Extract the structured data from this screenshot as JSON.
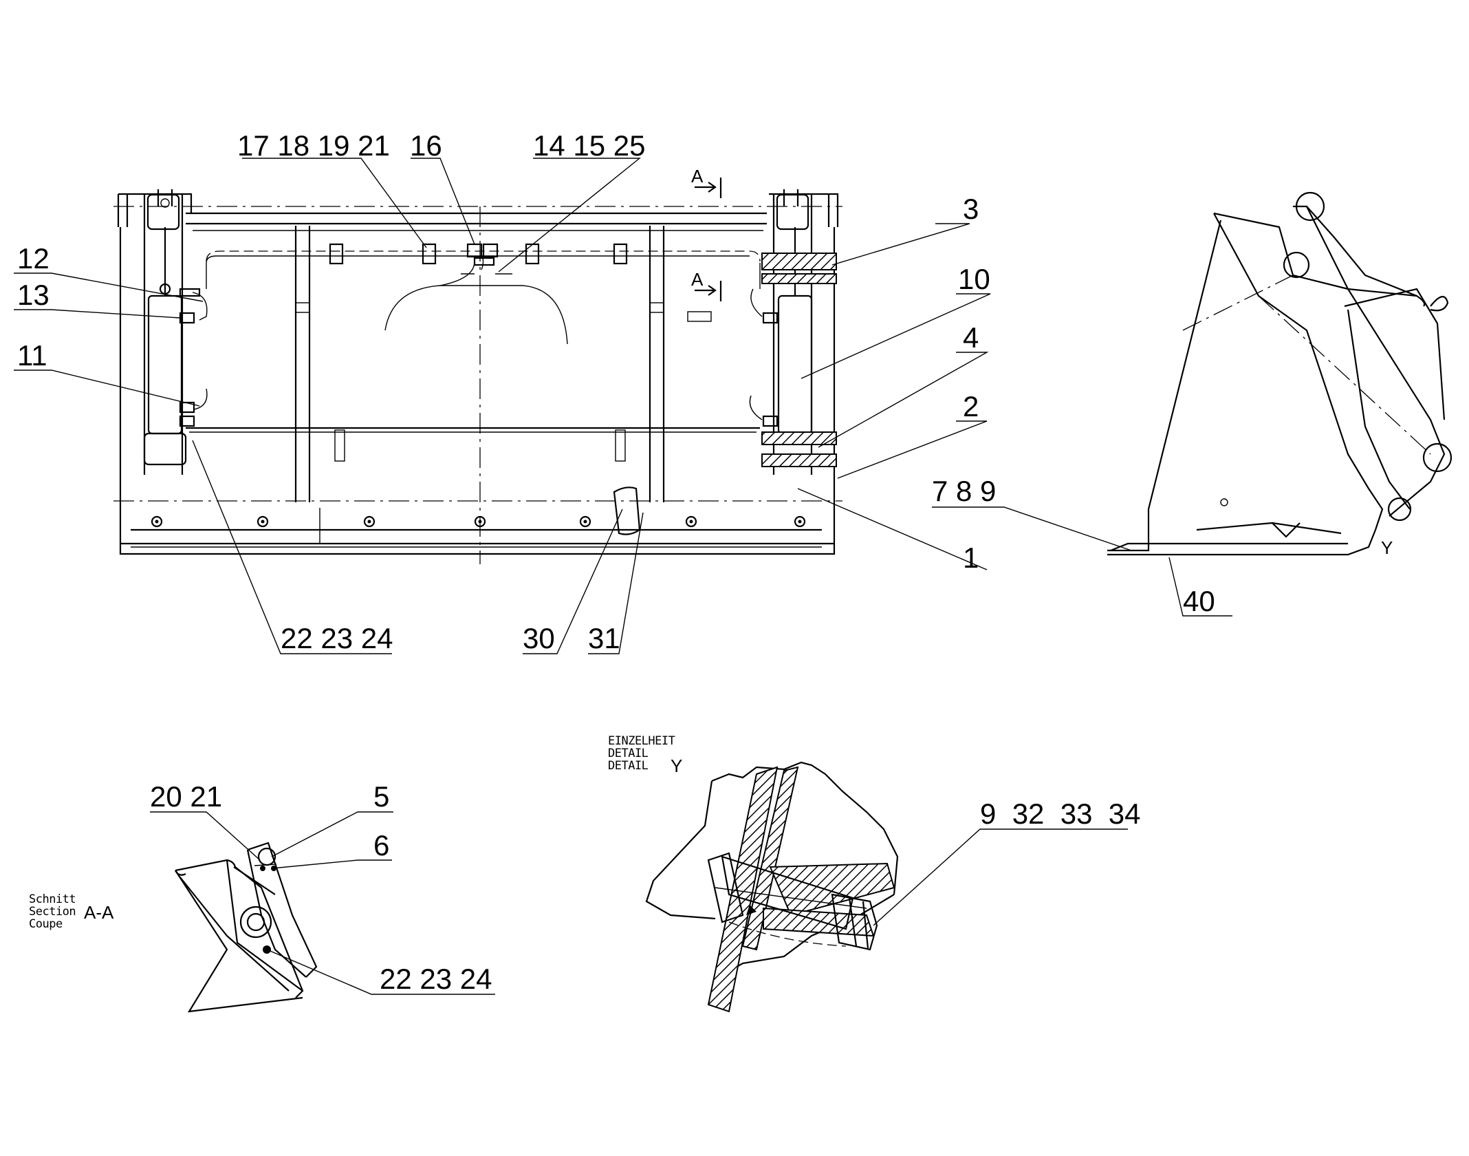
{
  "labels": {
    "l_17_18_19_21": "17 18 19 21",
    "l_16": "16",
    "l_14_15_25": "14 15 25",
    "l_3": "3",
    "l_10": "10",
    "l_4": "4",
    "l_2": "2",
    "l_1": "1",
    "l_7_8_9": "7 8 9",
    "l_40": "40",
    "l_12": "12",
    "l_13": "13",
    "l_11": "11",
    "l_22_23_24_top": "22 23 24",
    "l_30": "30",
    "l_31": "31",
    "l_20_21": "20 21",
    "l_5": "5",
    "l_6": "6",
    "l_22_23_24_section": "22 23 24",
    "l_9_32_33_34": "9  32  33  34",
    "l_Y": "Y"
  },
  "section_marks": {
    "a_top": "A",
    "a_mid": "A"
  },
  "section_caption": {
    "line1": "Schnitt",
    "line2": "Section",
    "line3": "Coupe",
    "id": "A-A"
  },
  "detail_caption": {
    "line1": "EINZELHEIT",
    "line2": "DETAIL",
    "line3": "DETAIL",
    "id": "Y"
  }
}
